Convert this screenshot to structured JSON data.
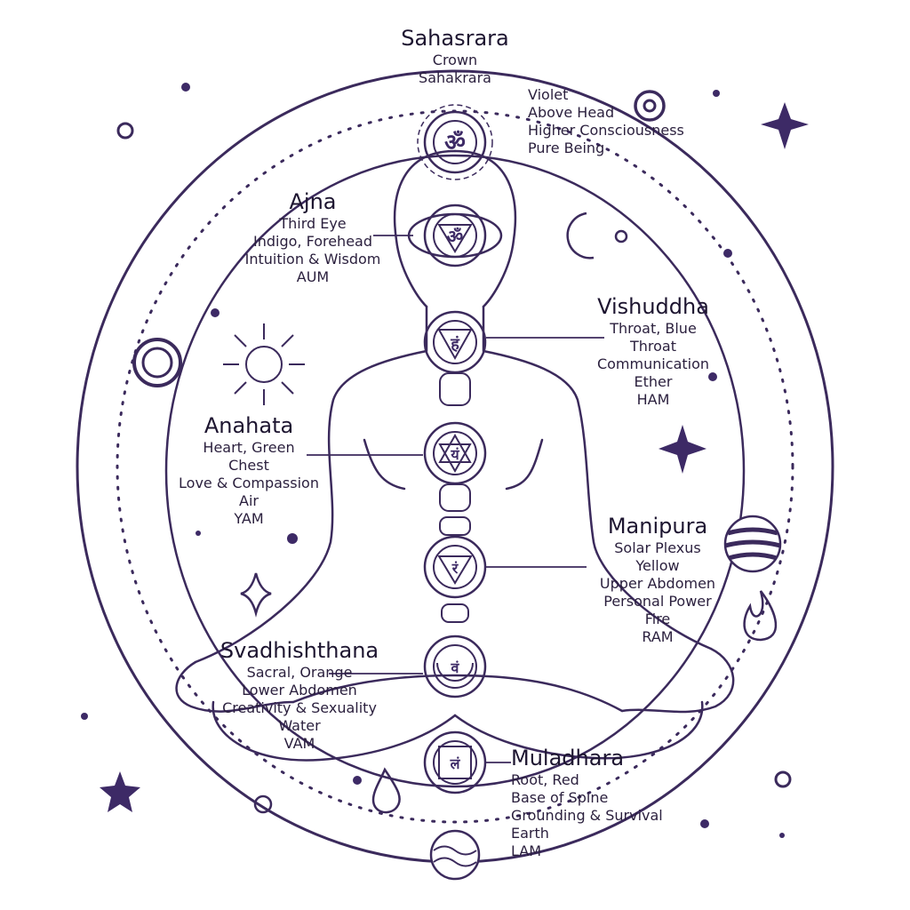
{
  "colors": {
    "ink": "#3b2a5c",
    "accent": "#3d2a66",
    "text": "#2a1f3d"
  },
  "chakras": [
    {
      "key": "sahasrara",
      "name": "Sahasrara",
      "lines": [
        "Crown",
        "Sahakrara"
      ],
      "glyph": "ॐ"
    },
    {
      "key": "sahasrara_extra",
      "lines": [
        "Violet",
        "Above Head",
        "Higher Consciousness",
        "Pure Being"
      ]
    },
    {
      "key": "ajna",
      "name": "Ajna",
      "lines": [
        "Third Eye",
        "Indigo, Forehead",
        "Intuition & Wisdom",
        "AUM"
      ],
      "glyph": "ॐ"
    },
    {
      "key": "vishuddha",
      "name": "Vishuddha",
      "lines": [
        "Throat, Blue",
        "Throat",
        "Communication",
        "Ether",
        "HAM"
      ],
      "glyph": "हं"
    },
    {
      "key": "anahata",
      "name": "Anahata",
      "lines": [
        "Heart, Green",
        "Chest",
        "Love & Compassion",
        "Air",
        "YAM"
      ],
      "glyph": "यं"
    },
    {
      "key": "manipura",
      "name": "Manipura",
      "lines": [
        "Solar Plexus",
        "Yellow",
        "Upper Abdomen",
        "Personal Power",
        "Fire",
        "RAM"
      ],
      "glyph": "रं"
    },
    {
      "key": "svadhishthana",
      "name": "Svadhishthana",
      "lines": [
        "Sacral, Orange",
        "Lower Abdomen",
        "Creativity & Sexuality",
        "Water",
        "VAM"
      ],
      "glyph": "वं"
    },
    {
      "key": "muladhara",
      "name": "Muladhara",
      "lines": [
        "Root, Red",
        "Base of Spine",
        "Grounding & Survival",
        "Earth",
        "LAM"
      ],
      "glyph": "लं"
    }
  ],
  "icons": [
    "crown-lotus-icon",
    "third-eye-icon",
    "throat-icon",
    "heart-icon",
    "solar-plexus-icon",
    "sacral-icon",
    "root-icon",
    "moon-icon",
    "sun-icon",
    "star-icon",
    "flame-icon",
    "water-drop-icon",
    "planet-icon",
    "wave-planet-icon",
    "sparkle-icon"
  ]
}
